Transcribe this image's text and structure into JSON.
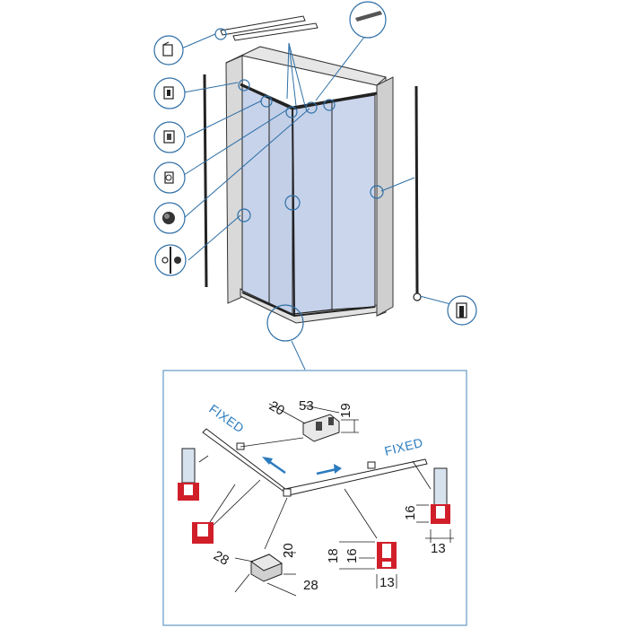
{
  "labels": {
    "fixed_left": "FIXED",
    "fixed_right": "FIXED"
  },
  "dimensions": {
    "top_bracket_depth": "20",
    "top_bracket_width": "53",
    "top_bracket_height": "19",
    "right_profile_height": "16",
    "right_profile_width": "13",
    "bottom_profile_outer_height": "18",
    "bottom_profile_inner_height": "16",
    "bottom_profile_width": "13",
    "corner_block_depth": "28",
    "corner_block_height": "20",
    "corner_block_width": "28"
  },
  "colors": {
    "glass": "#c7d3ea",
    "wall": "#d9d9d9",
    "callout_stroke": "#2f6fa6",
    "arrow": "#2b7bbf",
    "seal_red": "#d11f2a",
    "detail_frame": "#6fa0c8"
  },
  "icons": [
    "top-rail-icon",
    "wall-profile-icon",
    "glass-clamp-icon",
    "roller-icon",
    "knob-icon",
    "handle-pair-icon",
    "end-cap-icon",
    "seal-profile-icon",
    "corner-block-icon",
    "bracket-icon",
    "sliding-arrow-icon"
  ]
}
